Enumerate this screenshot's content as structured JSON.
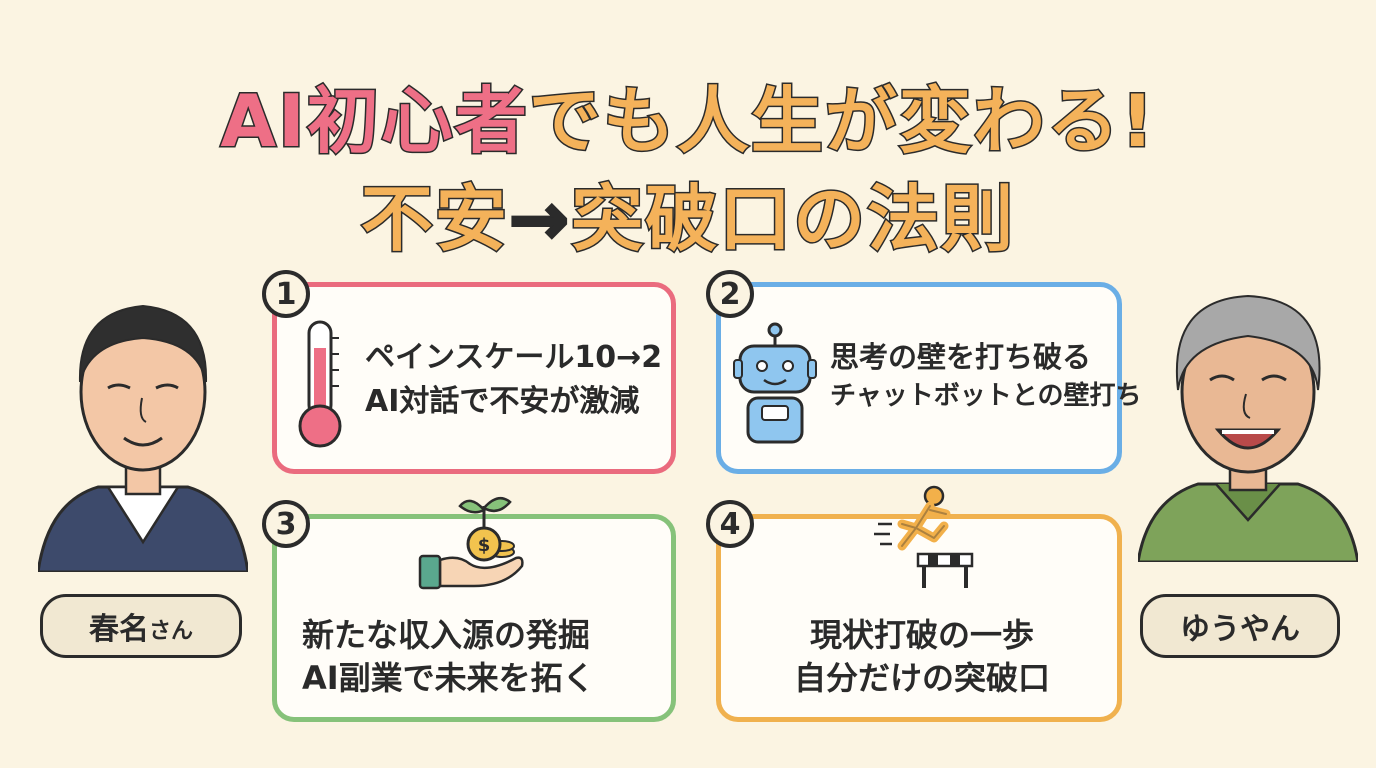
{
  "title": {
    "line1_pink": "AI初心者",
    "line1_orange": "でも人生が変わる!",
    "line2_orange_a": "不安",
    "line2_arrow": "→",
    "line2_orange_b": "突破口の法則"
  },
  "cards": [
    {
      "num": "1",
      "line1": "ペインスケール10→2",
      "line2": "AI対話で不安が激減",
      "icon": "thermometer-icon",
      "color": "#ea6b7e"
    },
    {
      "num": "2",
      "line1": "思考の壁を打ち破る",
      "line2": "チャットボットとの壁打ち",
      "icon": "robot-icon",
      "color": "#6aaee6"
    },
    {
      "num": "3",
      "line1": "新たな収入源の発掘",
      "line2": "AI副業で未来を拓く",
      "icon": "coin-sprout-icon",
      "color": "#86c27a"
    },
    {
      "num": "4",
      "line1": "現状打破の一歩",
      "line2": "自分だけの突破口",
      "icon": "hurdle-runner-icon",
      "color": "#f0b14e"
    }
  ],
  "speakers": {
    "left": {
      "name_main": "春名",
      "name_suffix": "さん"
    },
    "right": {
      "name": "ゆうやん"
    }
  }
}
